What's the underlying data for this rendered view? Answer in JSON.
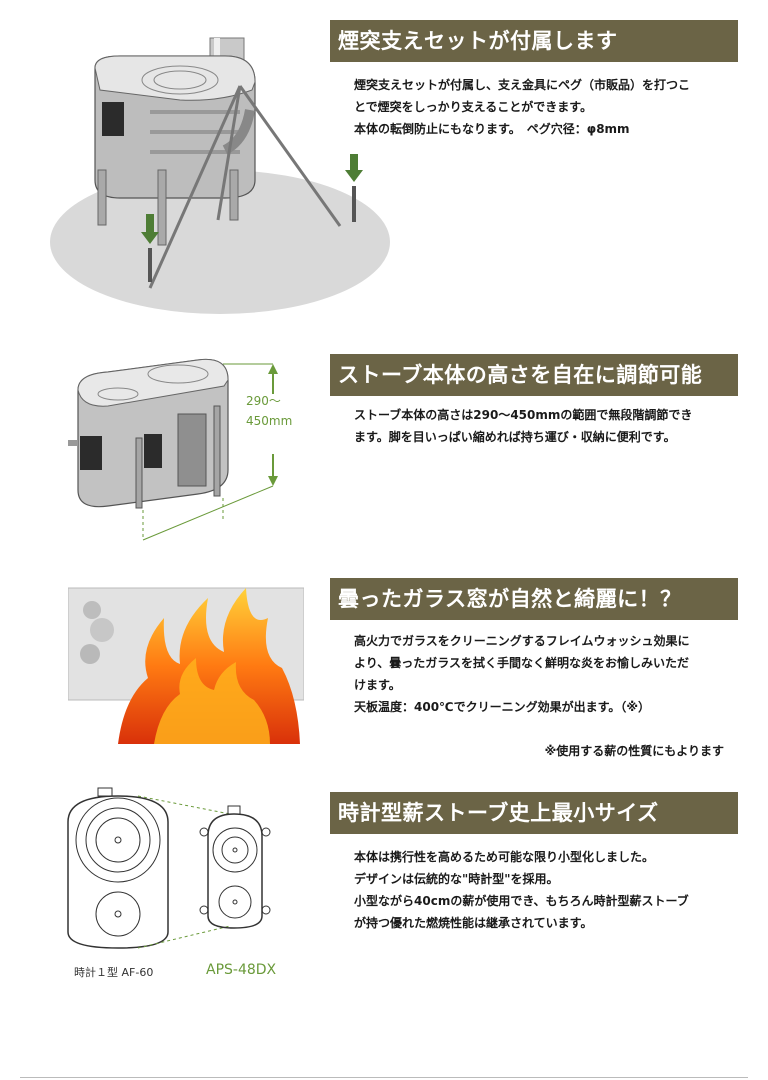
{
  "sections": [
    {
      "title": "煙突支えセットが付属します",
      "lines": [
        "煙突支えセットが付属し、支え金具にペグ（市販品）を打つこ",
        "とで煙突をしっかり支えることができます。",
        "本体の転倒防止にもなります。　ペグ穴径：φ8mm"
      ]
    },
    {
      "title": "ストーブ本体の高さを自在に調節可能",
      "lines": [
        "ストーブ本体の高さは290～450mmの範囲で無段階調節でき",
        "ます。脚を目いっぱい縮めれば持ち運び・収納に便利です。"
      ],
      "dim_top": "290～",
      "dim_bottom": "450mm"
    },
    {
      "title": "曇ったガラス窓が自然と綺麗に！？",
      "lines": [
        "高火力でガラスをクリーニングするフレイムウォッシュ効果に",
        "より、曇ったガラスを拭く手間なく鮮明な炎をお愉しみいただ",
        "けます。",
        "天板温度：400℃でクリーニング効果が出ます。（※）"
      ],
      "note": "※使用する薪の性質にもよります"
    },
    {
      "title": "時計型薪ストーブ史上最小サイズ",
      "lines": [
        "本体は携行性を高めるため可能な限り小型化しました。",
        "デザインは伝統的な\"時計型\"を採用。",
        "小型ながら40cmの薪が使用でき、もちろん時計型薪ストーブ",
        "が持つ優れた燃焼性能は継承されています。"
      ],
      "label_left": "時計１型 AF-60",
      "label_right": "APS-48DX"
    }
  ],
  "colors": {
    "banner": "#6b6446",
    "accent_green": "#6a9a3a",
    "arrow_green": "#4e7d35"
  }
}
